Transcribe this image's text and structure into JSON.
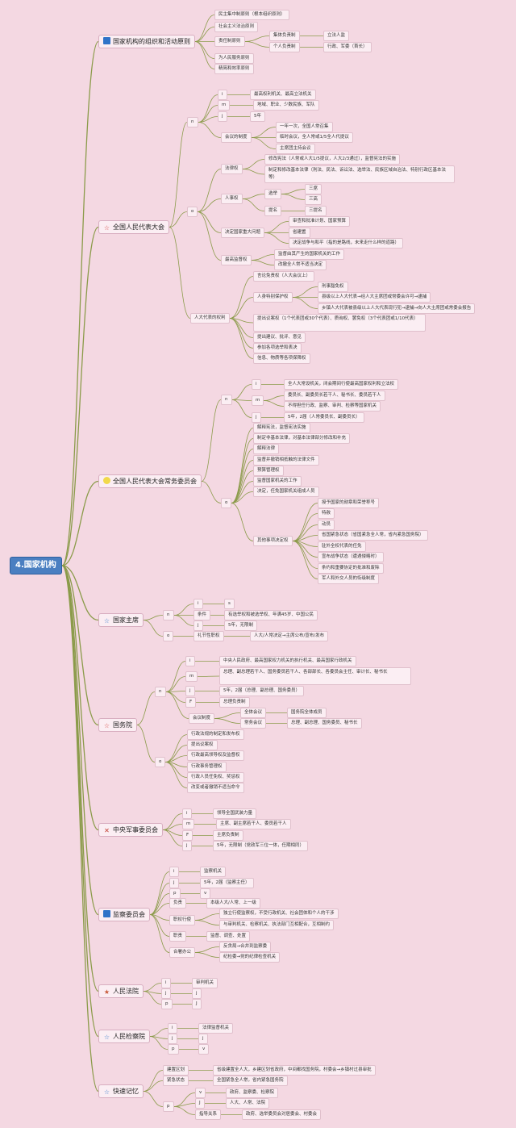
{
  "root": "4.国家机构",
  "b1": {
    "principles": "国家机构的组织和活动原则",
    "npc": "全国人民代表大会",
    "npcsc": "全国人民代表大会常务委员会",
    "president": "国家主席",
    "state_council": "国务院",
    "cmc": "中央军事委员会",
    "supervision": "监察委员会",
    "court": "人民法院",
    "procuratorate": "人民检察院",
    "memo": "快速记忆"
  },
  "p": {
    "p1": "民主集中制原则（根本组织原则）",
    "p2": "社会主义法治原则",
    "p3": "责任制原则",
    "p3a": "集体负责制",
    "p3a1": "立法人监",
    "p3b": "个人负责制",
    "p3b1": "行政、军委（首长）",
    "p4": "为人民服务原则",
    "p5": "精简和效率原则"
  },
  "npc": {
    "n": "n",
    "n1": "i",
    "n1a": "最高权利机关、最高立法机关",
    "n2": "m",
    "n2a": "地域、职业、少数民族、军队",
    "n3": "j",
    "n3a": "5年",
    "n4": "会议的制度",
    "n4a": "一年一次，全国人常召集",
    "n4b": "临时会议，全人常或1/5全人代提议",
    "n4c": "主席团主持会议",
    "o": "o",
    "o1": "法律权",
    "o1a": "修改宪法（人常或人大1/5提议，人大2/3通过），监督宪法的实施",
    "o1b": "制定和修改基本法律（刑法、民法、诉讼法、选举法、民族区域自治法、特别行政区基本法等）",
    "o2": "人事权",
    "o2a": "选举",
    "o2a1": "三席",
    "o2a2": "三高",
    "o2b": "提名",
    "o2b1": "三提名",
    "o3": "决定国家重大问题",
    "o3a": "审查和批准计划、国家预算",
    "o3b": "省建置",
    "o3c": "决定战争与和平（指的是路线，未来走什么样的道路）",
    "o4": "最高监督权",
    "o4a": "监督由其产生的国家机关的工作",
    "o4b": "改撤全人常不适当决定",
    "r": "人大代表的权利",
    "r1": "言论免责权（人大会议上）",
    "r2": "人身特别保护权",
    "r2a": "刑事豁免权",
    "r2b": "县级以上人大代表→经人大主席团或常委会许可→逮捕",
    "r2c": "乡镇人大代表被县级以上人大代表现行犯→逮捕→向人大主席团或常委会报告",
    "r3": "提出议案权（1个代表团或30个代表）、质询权、罢免权（3个代表团或1/10代表）",
    "r4": "提出建议、批评、意见",
    "r5": "参加各项选举和表决",
    "r6": "信息、物质等各项保障权"
  },
  "sc": {
    "n": "n",
    "n1": "i",
    "n1a": "全人大常设机关，闭会期间行使最高国家权利和立法权",
    "n2": "m",
    "n2a": "委员长、副委员长若干人、秘书长、委员若干人",
    "n2b": "不得担任行政、监察、审判、检察等国家机关",
    "n3": "j",
    "n3a": "5年，2届（人常委员长、副委员长）",
    "o": "o",
    "o1": "解释宪法，监督宪法实施",
    "o2": "制定非基本法律，对基本法律部分修改和补充",
    "o3": "解释法律",
    "o4": "监督并撤销相抵触的法律文件",
    "o5": "预算管理权",
    "o6": "监督国家机关的工作",
    "o7": "决定，任免国家机关组成人员",
    "o8": "其他事项决定权",
    "o8a": "授予国家的勋章和荣誉称号",
    "o8b": "特赦",
    "o8c": "动员",
    "o8d": "省国紧急状态（省国紧急全人常，省内紧急国务院）",
    "o8e": "驻外全权代表的任免",
    "o8f": "宣布战争状态（遭遇侵略时）",
    "o8g": "条约和重要协定的批准和废除",
    "o8h": "军人和外交人员的衔级制度"
  },
  "pr": {
    "n": "n",
    "n1": "i",
    "n1a": "s",
    "n2": "条件",
    "n2a": "有选举权和被选举权、年满45岁、中国公民",
    "n3": "j",
    "n3a": "5年，无限制",
    "o": "o",
    "o1": "礼节性职权",
    "o1a": "人大/人常决定→主席公布/宣布/发布"
  },
  "st": {
    "n": "n",
    "n1": "i",
    "n1a": "中央人民政府、最高国家权力机关的执行机关、最高国家行政机关",
    "n2": "m",
    "n2a": "总理、副总理若干人、国务委员若干人、各部部长、各委员会主任、审计长、秘书长",
    "n3": "j",
    "n3a": "5年，2届（总理、副总理、国务委员）",
    "n4": "F",
    "n4a": "总理负责制",
    "n5": "会议制度",
    "n5a": "全体会议",
    "n5a1": "国务院全体成员",
    "n5b": "常务会议",
    "n5b1": "总理、副总理、国务委员、秘书长",
    "o": "o",
    "o1": "行政法规的制定和发布权",
    "o2": "提出议案权",
    "o3": "行政最高领导权及监督权",
    "o4": "行政事务管理权",
    "o5": "行政人员任免权、奖惩权",
    "o6": "改变或者撤销不适当命令"
  },
  "cmc": {
    "c1": "i",
    "c1a": "领导全国武装力量",
    "c2": "m",
    "c2a": "主席、副主席若干人、委员若干人",
    "c3": "F",
    "c3a": "主席负责制",
    "c4": "j",
    "c4a": "5年，无限制（党政军三位一体，任期相同）"
  },
  "sv": {
    "s1": "i",
    "s1a": "监察机关",
    "s2": "j",
    "s2a": "5年，2届（监察主任）",
    "s3": "p",
    "s3a": "v",
    "s4": "负责",
    "s4a": "本级人大/人常、上一级",
    "s5": "职权行使",
    "s5a": "独立行使监察权，不受行政机关、社会团体和个人的干涉",
    "s5b": "与审判机关、检察机关、执法部门互相配合，互相制约",
    "s6": "职责",
    "s6a": "监督、调查、处置",
    "s7": "合署办公",
    "s7a": "反贪局→合并到监察委",
    "s7b": "纪检委→党的纪律检查机关"
  },
  "ct": {
    "c1": "i",
    "c1a": "审判机关",
    "c2": "j",
    "c2a": "j",
    "c3": "p",
    "c3a": "J"
  },
  "pc": {
    "c1": "i",
    "c1a": "法律监督机关",
    "c2": "j",
    "c2a": "j",
    "c3": "p",
    "c3a": "v"
  },
  "mm": {
    "m1": "建置区划",
    "m1a": "省级建置全人大，乡建区划省政府，中间都找国务院，村委会→乡镇村过县审批",
    "m2": "紧急状态",
    "m2a": "全国紧急全人常，省内紧急国务院",
    "m3": "p",
    "m3a": "v",
    "m3a1": "政府、监察委、检察院",
    "m3b": "J",
    "m3b1": "人大、人常、法院",
    "m3c": "指导关系",
    "m3c1": "政府、选举委员会对居委会、村委会"
  },
  "colors": {
    "line": "#8b9b4a",
    "background": "#f4d8e2",
    "root": "#4a7fc1"
  }
}
